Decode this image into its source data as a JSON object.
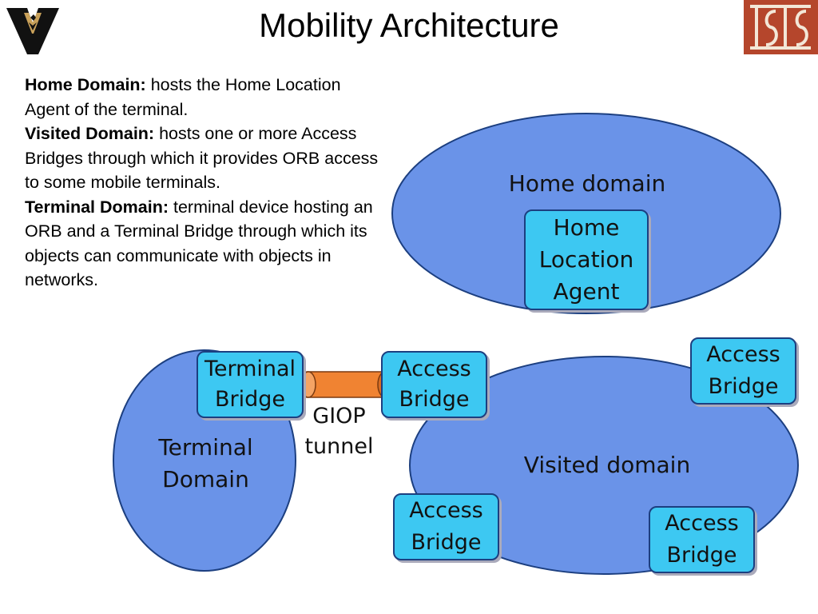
{
  "slide": {
    "title": "Mobility Architecture",
    "logos": {
      "left": "vanderbilt-v-logo",
      "right": "isis-logo"
    },
    "description": [
      {
        "lead": "Home Domain:",
        "text": " hosts the Home Location Agent of the terminal."
      },
      {
        "lead": "Visited Domain:",
        "text": " hosts one or more Access Bridges through which it provides ORB access to some mobile terminals."
      },
      {
        "lead": "Terminal Domain:",
        "text": " terminal device hosting an ORB and a Terminal Bridge through which its objects can communicate with objects in networks."
      }
    ]
  },
  "diagram": {
    "home_domain": {
      "label": "Home domain",
      "agent": "Home\nLocation\nAgent"
    },
    "visited_domain": {
      "label": "Visited domain",
      "bridges": [
        "Access\nBridge",
        "Access\nBridge",
        "Access\nBridge",
        "Access\nBridge"
      ]
    },
    "terminal_domain": {
      "label": "Terminal\nDomain",
      "bridge": "Terminal\nBridge"
    },
    "tunnel": {
      "label": "GIOP\ntunnel"
    },
    "colors": {
      "domain_fill": "#6a93e8",
      "box_fill": "#3dc8f2",
      "tunnel_fill": "#f08332",
      "outline": "#1c3f80",
      "isis_brand": "#b5462c"
    }
  }
}
